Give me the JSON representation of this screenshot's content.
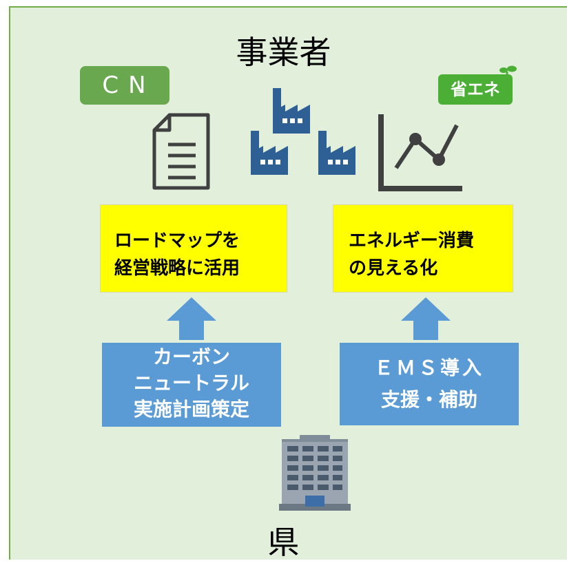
{
  "top_label": "事業者",
  "bottom_label": "県",
  "cn_badge": "CN",
  "eco_badge": "省エネ",
  "yellow_boxes": [
    {
      "line1": "ロードマップを",
      "line2": "経営戦略に活用"
    },
    {
      "line1": "エネルギー消費",
      "line2": "の見える化"
    }
  ],
  "blue_boxes": [
    {
      "line1": "カーボン",
      "line2": "ニュートラル",
      "line3": "実施計画策定"
    },
    {
      "line1": "ＥＭＳ導入",
      "line2": "支援・補助"
    }
  ],
  "icons": [
    "document-icon",
    "factory-icon",
    "line-chart-icon",
    "office-building-icon",
    "sprout-icon"
  ],
  "colors": {
    "background": "#e2efda",
    "border": "#70ad47",
    "cn_badge": "#6aa84f",
    "yellow_box": "#ffff00",
    "blue_box": "#5b9bd5",
    "factory": "#2e5f95",
    "chart_lines": "#404040"
  }
}
